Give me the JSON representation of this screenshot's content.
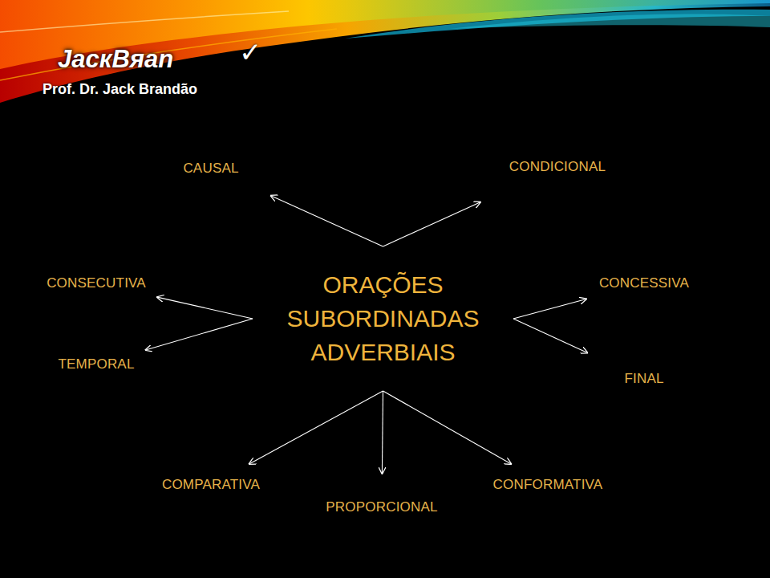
{
  "diagram": {
    "nodes": [
      {
        "text": [
          "ORAÇÕES SUBORDINADAS ADVERBIAIS"
        ]
      },
      {
        "text": [
          "CAUSAL"
        ]
      },
      {
        "text": [
          "CONDICIONAL"
        ]
      },
      {
        "text": [
          "CONSECUTIVA"
        ]
      },
      {
        "text": [
          "CONCESSIVA"
        ]
      },
      {
        "text": [
          "TEMPORAL"
        ]
      },
      {
        "text": [
          "FINAL"
        ]
      },
      {
        "text": [
          "COMPARATIVA"
        ]
      },
      {
        "text": [
          "PROPORCIONAL"
        ]
      },
      {
        "text": [
          "CONFORMATIVA"
        ]
      }
    ],
    "edges": [
      {
        "from": 0,
        "to": 1,
        "arrow": "to"
      },
      {
        "from": 0,
        "to": 2,
        "arrow": "to"
      },
      {
        "from": 0,
        "to": 3,
        "arrow": "to"
      },
      {
        "from": 0,
        "to": 4,
        "arrow": "to"
      },
      {
        "from": 0,
        "to": 5,
        "arrow": "to"
      },
      {
        "from": 0,
        "to": 6,
        "arrow": "to"
      },
      {
        "from": 0,
        "to": 7,
        "arrow": "to"
      },
      {
        "from": 0,
        "to": 8,
        "arrow": "to"
      },
      {
        "from": 0,
        "to": 9,
        "arrow": "to"
      }
    ],
    "labels": [
      "JacкBяan",
      "✓",
      "Prof. Dr. Jack Brandão"
    ]
  }
}
